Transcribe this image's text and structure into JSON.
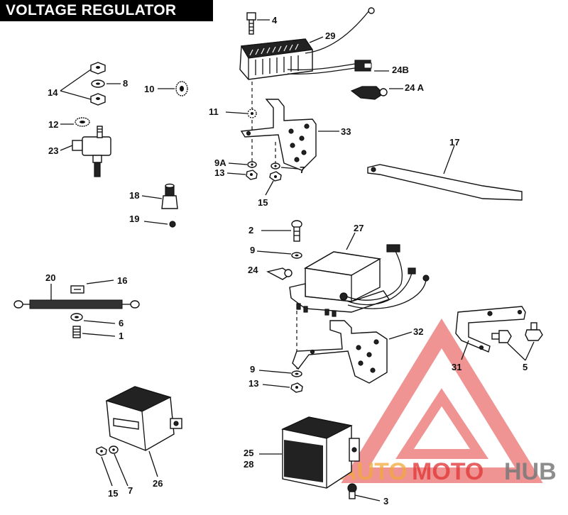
{
  "title": "VOLTAGE REGULATOR",
  "callouts": {
    "c1": "1",
    "c2": "2",
    "c3": "3",
    "c4": "4",
    "c5": "5",
    "c6": "6",
    "c7a": "7",
    "c7b": "7",
    "c8": "8",
    "c9a": "9",
    "c9b": "9",
    "c9A": "9A",
    "c10": "10",
    "c11": "11",
    "c12": "12",
    "c13a": "13",
    "c13b": "13",
    "c14": "14",
    "c15a": "15",
    "c15b": "15",
    "c16": "16",
    "c17": "17",
    "c18": "18",
    "c19": "19",
    "c20": "20",
    "c23": "23",
    "c24": "24",
    "c24A": "24 A",
    "c24B": "24B",
    "c25": "25",
    "c26": "26",
    "c27": "27",
    "c28": "28",
    "c29": "29",
    "c31": "31",
    "c32": "32",
    "c33": "33"
  },
  "watermark": {
    "text_part1": "AUTO",
    "text_part2": "MOTO",
    "text_part3": "HUB",
    "color_red": "#e23b3b",
    "color_orange": "#f2a93b",
    "color_grey": "#7a7a7a"
  }
}
